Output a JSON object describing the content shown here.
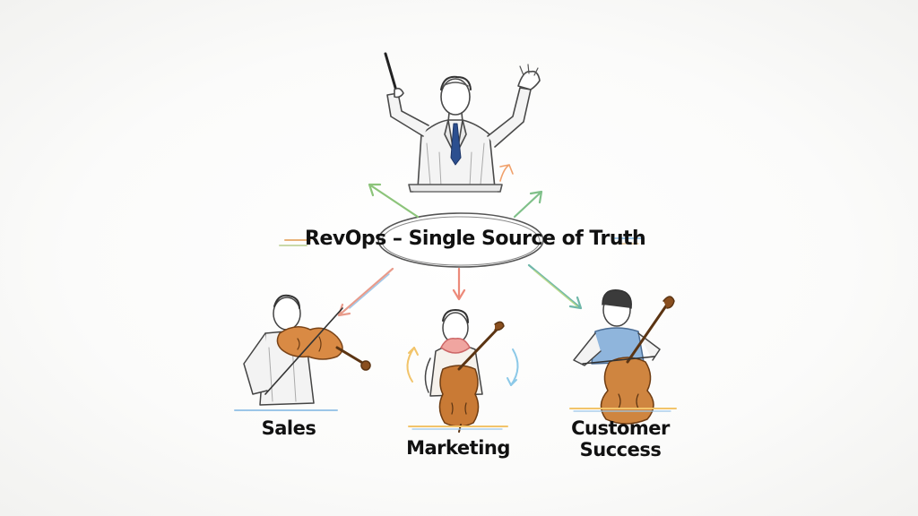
{
  "center": {
    "label": "RevOps – Single Source of Truth"
  },
  "teams": [
    {
      "name": "Sales"
    },
    {
      "name": "Marketing"
    },
    {
      "name": "Customer Success"
    }
  ]
}
